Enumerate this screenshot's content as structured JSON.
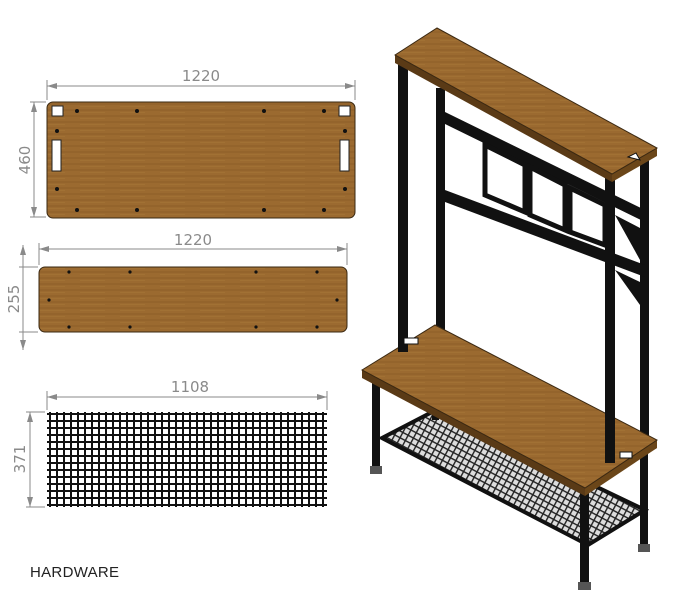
{
  "drawing": {
    "top_board": {
      "width_label": "1220",
      "height_label": "460"
    },
    "back_board": {
      "width_label": "1220",
      "height_label": "255"
    },
    "mesh_panel": {
      "width_label": "1108",
      "height_label": "371"
    },
    "caption": "HARDWARE"
  },
  "colors": {
    "wood": "#9b6a30",
    "wood_edge": "#3a2812",
    "frame": "#111111",
    "dimension": "#8a8a8a"
  }
}
